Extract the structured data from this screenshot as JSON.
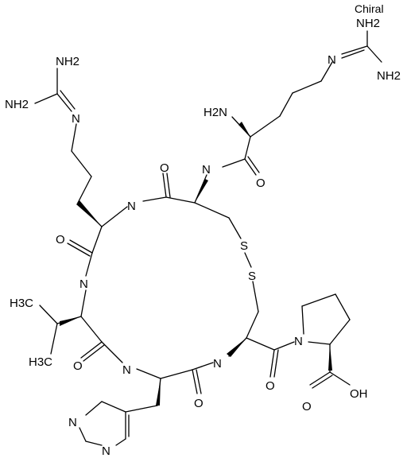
{
  "chiral_flag": "Chiral",
  "atoms": {
    "nh2_r1_a": "NH2",
    "nh2_r1_b": "NH2",
    "n_r1": "N",
    "nh2_r2_a": "NH2",
    "nh2_r2_b": "NH2",
    "n_r2": "N",
    "h2n_alpha": "H2N",
    "nh_amide_top": "N",
    "o_amide_top": "O",
    "o_cys_carbonyl": "O",
    "nh_ring_top": "N",
    "s1": "S",
    "s2": "S",
    "o_arg_carbonyl": "O",
    "nh_ring_left": "N",
    "o_val_carbonyl": "O",
    "nh_ring_bottom": "N",
    "o_his_carbonyl": "O",
    "nh_ring_right": "N",
    "o_pro_carbonyl": "O",
    "n_pro": "N",
    "o_acid_a": "O",
    "oh_acid": "OH",
    "n_imid": "N",
    "nh_imid": "N",
    "h3c_a": "H3C",
    "h3c_b": "H3C"
  }
}
